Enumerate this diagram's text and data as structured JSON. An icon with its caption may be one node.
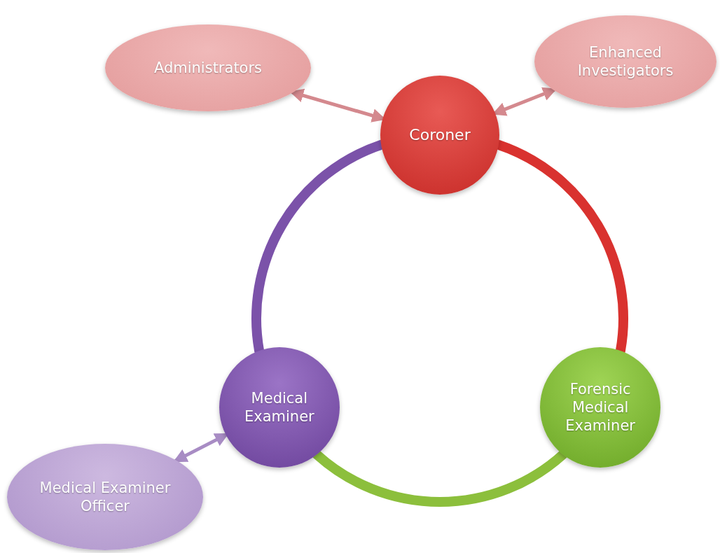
{
  "diagram": {
    "nodes": [
      {
        "text": [
          "Administrators"
        ]
      },
      {
        "text": [
          "Enhanced Investigators"
        ]
      },
      {
        "text": [
          "Coroner"
        ]
      },
      {
        "text": [
          "Forensic Medical Examiner"
        ]
      },
      {
        "text": [
          "Medical Examiner"
        ]
      },
      {
        "text": [
          "Medical Examiner Officer"
        ]
      }
    ],
    "edges": [
      {
        "from": 2,
        "to": 0,
        "arrow": "both",
        "color": "#d4898e"
      },
      {
        "from": 2,
        "to": 1,
        "arrow": "both",
        "color": "#d4898e"
      },
      {
        "from": 4,
        "to": 5,
        "arrow": "both",
        "color": "#a88cc4"
      },
      {
        "from": 2,
        "to": 3,
        "arrow": "none",
        "style": "thick",
        "color": "#d9322f"
      },
      {
        "from": 3,
        "to": 4,
        "arrow": "none",
        "style": "thick",
        "color": "#8cbf3c"
      },
      {
        "from": 4,
        "to": 2,
        "arrow": "none",
        "style": "thick",
        "color": "#7b52a9"
      }
    ]
  }
}
